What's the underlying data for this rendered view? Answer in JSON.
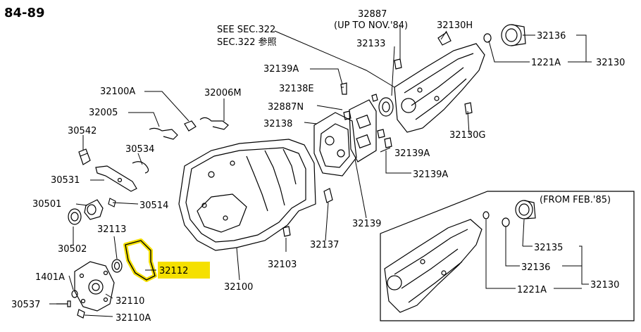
{
  "page": {
    "title": "84-89"
  },
  "colors": {
    "ink": "#000000",
    "highlight": "#f5e000",
    "paper": "#ffffff"
  },
  "notes": {
    "see_sec_1": "SEE SEC.322",
    "see_sec_2": "SEC.322 参照",
    "up_to": "(UP TO NOV.'84)",
    "from_feb": "(FROM FEB.'85)"
  },
  "parts": {
    "p32887": "32887",
    "p32130H": "32130H",
    "p32136a": "32136",
    "p32130a": "32130",
    "p1221Aa": "1221A",
    "p32133": "32133",
    "p32139A_top": "32139A",
    "p32138E": "32138E",
    "p32887N": "32887N",
    "p32138": "32138",
    "p32130G": "32130G",
    "p32139A_mid": "32139A",
    "p32139A_low": "32139A",
    "p32100A": "32100A",
    "p32006M": "32006M",
    "p32005": "32005",
    "p30542": "30542",
    "p30534": "30534",
    "p30531": "30531",
    "p30501": "30501",
    "p30514": "30514",
    "p32113": "32113",
    "p30502": "30502",
    "p32112": "32112",
    "p1401A": "1401A",
    "p32110": "32110",
    "p30537": "30537",
    "p32110A": "32110A",
    "p32100": "32100",
    "p32103": "32103",
    "p32137": "32137",
    "p32139": "32139",
    "p32135": "32135",
    "p32136b": "32136",
    "p1221Ab": "1221A",
    "p32130b": "32130"
  }
}
